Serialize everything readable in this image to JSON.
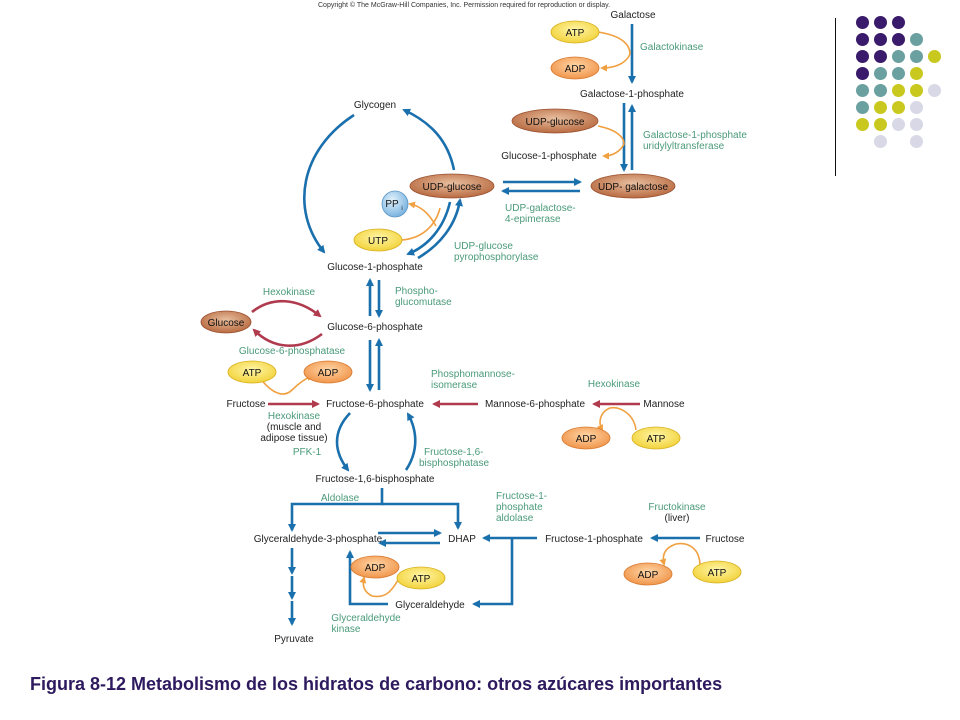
{
  "copyright": "Copyright © The McGraw-Hill Companies, Inc. Permission required for reproduction or display.",
  "metabolites": {
    "galactose": "Galactose",
    "galactose_1_phosphate": "Galactose-1-phosphate",
    "glucose_1_phosphate_top": "Glucose-1-phosphate",
    "glycogen": "Glycogen",
    "glucose_1_phosphate": "Glucose-1-phosphate",
    "glucose_6_phosphate": "Glucose-6-phosphate",
    "fructose_left": "Fructose",
    "fructose_6_phosphate": "Fructose-6-phosphate",
    "mannose_6_phosphate": "Mannose-6-phosphate",
    "mannose": "Mannose",
    "fructose_1_6_bisphosphate": "Fructose-1,6-bisphosphate",
    "glyceraldehyde_3_phosphate": "Glyceraldehyde-3-phosphate",
    "dhap": "DHAP",
    "fructose_1_phosphate": "Fructose-1-phosphate",
    "fructose_right": "Fructose",
    "glyceraldehyde": "Glyceraldehyde",
    "pyruvate": "Pyruvate"
  },
  "capsules": {
    "atp": "ATP",
    "adp": "ADP",
    "udp_glucose": "UDP-glucose",
    "udp_galactose": "UDP- galactose",
    "utp": "UTP",
    "glucose": "Glucose",
    "pp": "PP",
    "pp_sub": "i"
  },
  "enzymes": {
    "galactokinase": "Galactokinase",
    "gal1p_uridylyltransferase_l1": "Galactose-1-phosphate",
    "gal1p_uridylyltransferase_l2": "uridylyltransferase",
    "epimerase_l1": "UDP-galactose-",
    "epimerase_l2": "4-epimerase",
    "udpg_pyrophosphorylase_l1": "UDP-glucose",
    "udpg_pyrophosphorylase_l2": "pyrophosphorylase",
    "phosphoglucomutase_l1": "Phospho-",
    "phosphoglucomutase_l2": "glucomutase",
    "hexokinase_top": "Hexokinase",
    "glucose_6_phosphatase": "Glucose-6-phosphatase",
    "phosphomannose_isomerase_l1": "Phosphomannose-",
    "phosphomannose_isomerase_l2": "isomerase",
    "hexokinase_mannose": "Hexokinase",
    "hexokinase_fructose_l1": "Hexokinase",
    "hexokinase_fructose_l2": "(muscle and",
    "hexokinase_fructose_l3": "adipose tissue)",
    "pfk1": "PFK-1",
    "fbpase_l1": "Fructose-1,6-",
    "fbpase_l2": "bisphosphatase",
    "aldolase": "Aldolase",
    "f1p_aldolase_l1": "Fructose-1-",
    "f1p_aldolase_l2": "phosphate",
    "f1p_aldolase_l3": "aldolase",
    "fructokinase": "Fructokinase",
    "fructokinase_note": "(liver)",
    "glyceraldehyde_kinase_l1": "Glyceraldehyde",
    "glyceraldehyde_kinase_l2": "kinase"
  },
  "caption": "Figura 8-12 Metabolismo de los hidratos de carbono: otros azúcares importantes",
  "colors": {
    "arrow_blue": "#1a6fad",
    "arrow_red": "#b03a4e",
    "arrow_orange": "#f0a040",
    "enzyme_green": "#4a9a7a",
    "capsule_yellow": "#f2da4a",
    "capsule_orange": "#f3a860",
    "capsule_brown": "#c07a50",
    "capsule_blue": "#8fc2e8",
    "caption_purple": "#2e1a5e"
  },
  "decoration_dot_colors": [
    "#3a1a6a",
    "#6aa0a0",
    "#c8c81e",
    "#d8d8e6"
  ]
}
